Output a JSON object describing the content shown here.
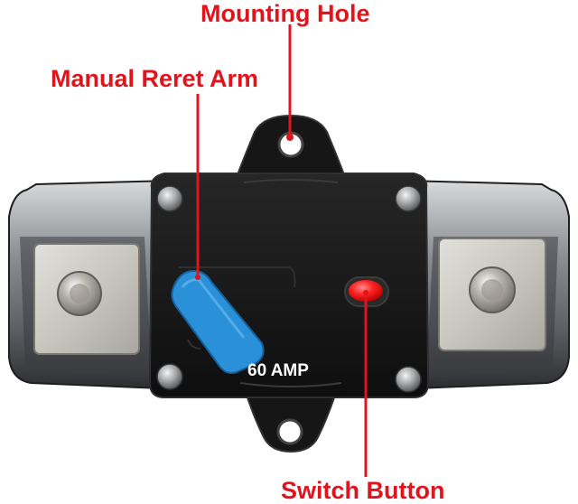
{
  "labels": {
    "mounting_hole": "Mounting Hole",
    "manual_reset_arm": "Manual Reret Arm",
    "switch_button": "Switch Button"
  },
  "device": {
    "rating": "60 AMP"
  },
  "colors": {
    "label_red": "#e0141c",
    "reset_arm_blue": "#2a90d8",
    "switch_red": "#ff2020",
    "body_black": "#141414"
  }
}
